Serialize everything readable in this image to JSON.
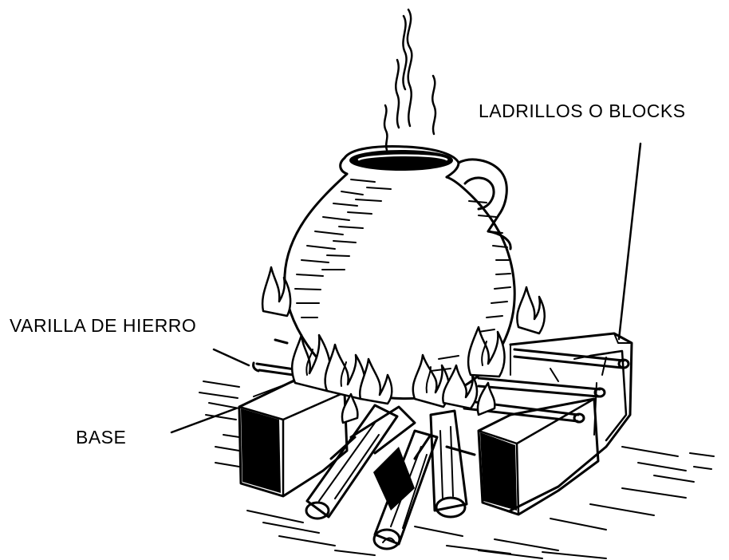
{
  "labels": {
    "ladrillos": "LADRILLOS O BLOCKS",
    "varilla": "VARILLA DE HIERRO",
    "base": "BASE"
  },
  "colors": {
    "ink": "#000000",
    "paper": "#ffffff"
  }
}
